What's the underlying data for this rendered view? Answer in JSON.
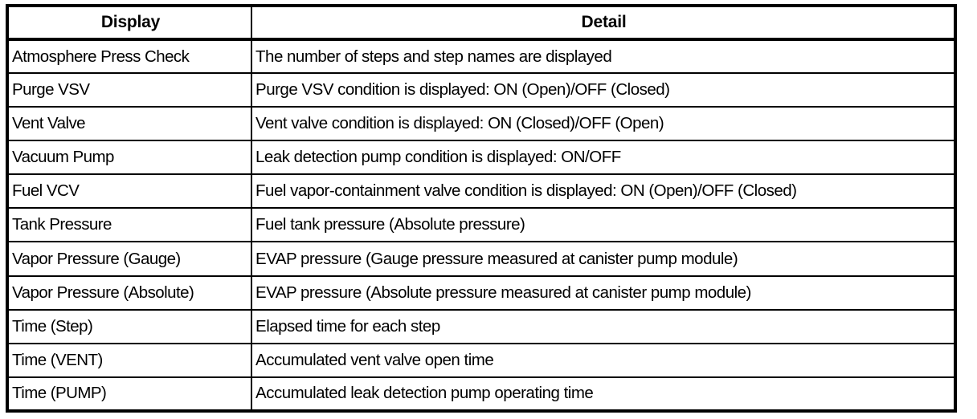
{
  "table": {
    "headers": {
      "display": "Display",
      "detail": "Detail"
    },
    "rows": [
      {
        "display": "Atmosphere Press Check",
        "detail": "The number of steps and step names are displayed"
      },
      {
        "display": "Purge VSV",
        "detail": "Purge VSV condition is displayed: ON (Open)/OFF (Closed)"
      },
      {
        "display": "Vent Valve",
        "detail": "Vent valve condition is displayed: ON (Closed)/OFF (Open)"
      },
      {
        "display": "Vacuum Pump",
        "detail": "Leak detection pump condition is displayed: ON/OFF"
      },
      {
        "display": "Fuel VCV",
        "detail": "Fuel vapor-containment valve condition is displayed: ON (Open)/OFF (Closed)"
      },
      {
        "display": "Tank Pressure",
        "detail": "Fuel tank pressure (Absolute pressure)"
      },
      {
        "display": "Vapor Pressure (Gauge)",
        "detail": "EVAP pressure (Gauge pressure measured at canister pump module)"
      },
      {
        "display": "Vapor Pressure (Absolute)",
        "detail": "EVAP pressure (Absolute pressure measured at canister pump module)"
      },
      {
        "display": "Time (Step)",
        "detail": "Elapsed time for each step"
      },
      {
        "display": "Time (VENT)",
        "detail": "Accumulated vent valve open time"
      },
      {
        "display": "Time (PUMP)",
        "detail": "Accumulated leak detection pump operating time"
      }
    ]
  }
}
